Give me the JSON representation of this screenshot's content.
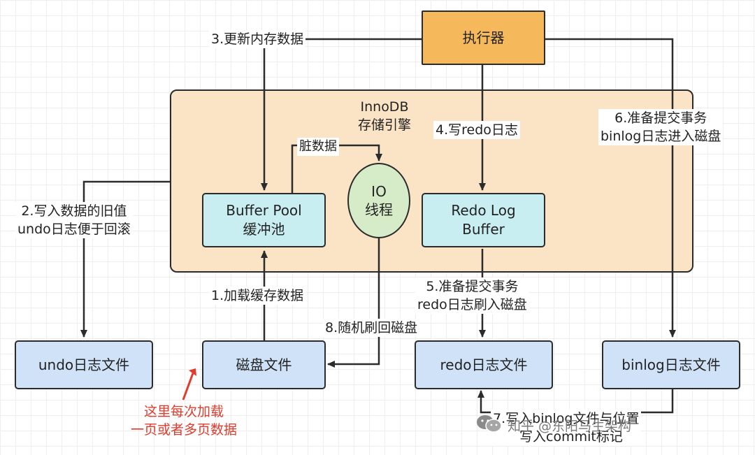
{
  "boxes": {
    "executor": "执行器",
    "buffer_pool": [
      "Buffer Pool",
      "缓冲池"
    ],
    "io_thread": [
      "IO",
      "线程"
    ],
    "redo_log_buffer": [
      "Redo Log",
      "Buffer"
    ],
    "undo_file": "undo日志文件",
    "disk_file": "磁盘文件",
    "redo_file": "redo日志文件",
    "binlog_file": "binlog日志文件"
  },
  "engine": {
    "title": [
      "InnoDB",
      "存储引擎"
    ]
  },
  "labels": {
    "step1": "1.加载缓存数据",
    "step2": [
      "2.写入数据的旧值",
      "undo日志便于回滚"
    ],
    "step3": "3.更新内存数据",
    "step4": "4.写redo日志",
    "step5": [
      "5.准备提交事务",
      "redo日志刷入磁盘"
    ],
    "step6": [
      "6.准备提交事务",
      "binlog日志进入磁盘"
    ],
    "step7": [
      "7.写入binlog文件与位置",
      "写入commit标记"
    ],
    "step8": "8.随机刷回磁盘",
    "dirty": "脏数据"
  },
  "annotation": [
    "这里每次加载",
    "一页或者多页数据"
  ],
  "watermark": "知乎 @东阳马生架构",
  "colors": {
    "executor": "#f5b85b",
    "engine": "#fbe4c6",
    "file_box": "#cfe2f8",
    "buffer_box": "#c8eef1",
    "io_oval": "#d6ecc8",
    "annotation": "#e03b2c"
  }
}
